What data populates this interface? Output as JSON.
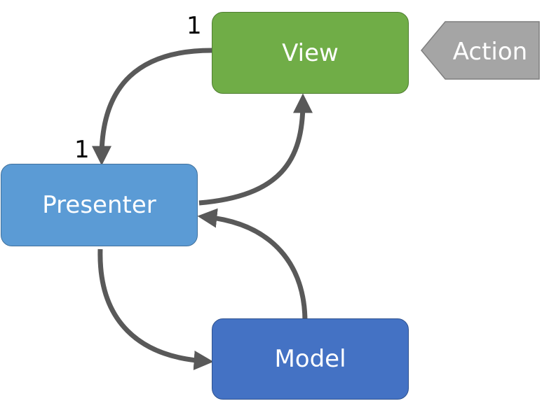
{
  "diagram": {
    "nodes": {
      "view": {
        "label": "View",
        "color": "#70ad47"
      },
      "presenter": {
        "label": "Presenter",
        "color": "#5b9bd5"
      },
      "model": {
        "label": "Model",
        "color": "#4472c4"
      },
      "action": {
        "label": "Action",
        "color": "#a5a5a5"
      }
    },
    "multiplicity": {
      "view": "1",
      "presenter": "1"
    },
    "arrow_color": "#595959",
    "edges": [
      {
        "from": "view",
        "to": "presenter"
      },
      {
        "from": "presenter",
        "to": "view"
      },
      {
        "from": "presenter",
        "to": "model"
      },
      {
        "from": "model",
        "to": "presenter"
      }
    ]
  }
}
